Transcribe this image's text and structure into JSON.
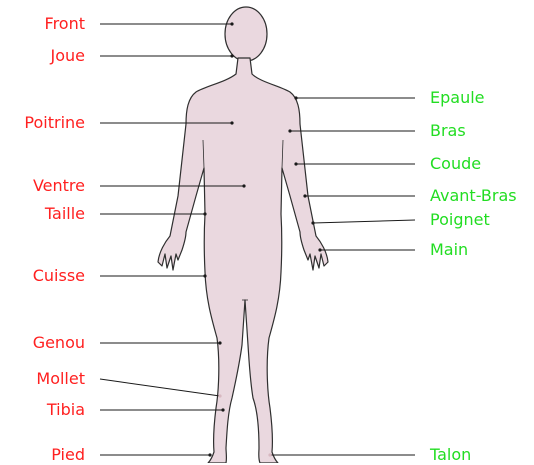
{
  "colors": {
    "left_labels": "#ff2020",
    "right_labels": "#22dd22",
    "body_fill": "#ead8df",
    "body_stroke": "#2f2f2f",
    "leader_line": "#1a1a1a"
  },
  "left_labels": [
    {
      "id": "front",
      "text": "Front"
    },
    {
      "id": "joue",
      "text": "Joue"
    },
    {
      "id": "poitrine",
      "text": "Poitrine"
    },
    {
      "id": "ventre",
      "text": "Ventre"
    },
    {
      "id": "taille",
      "text": "Taille"
    },
    {
      "id": "cuisse",
      "text": "Cuisse"
    },
    {
      "id": "genou",
      "text": "Genou"
    },
    {
      "id": "mollet",
      "text": "Mollet"
    },
    {
      "id": "tibia",
      "text": "Tibia"
    },
    {
      "id": "pied",
      "text": "Pied"
    }
  ],
  "right_labels": [
    {
      "id": "epaule",
      "text": "Epaule"
    },
    {
      "id": "bras",
      "text": "Bras"
    },
    {
      "id": "coude",
      "text": "Coude"
    },
    {
      "id": "avant-bras",
      "text": "Avant-Bras"
    },
    {
      "id": "poignet",
      "text": "Poignet"
    },
    {
      "id": "main",
      "text": "Main"
    },
    {
      "id": "talon",
      "text": "Talon"
    }
  ]
}
